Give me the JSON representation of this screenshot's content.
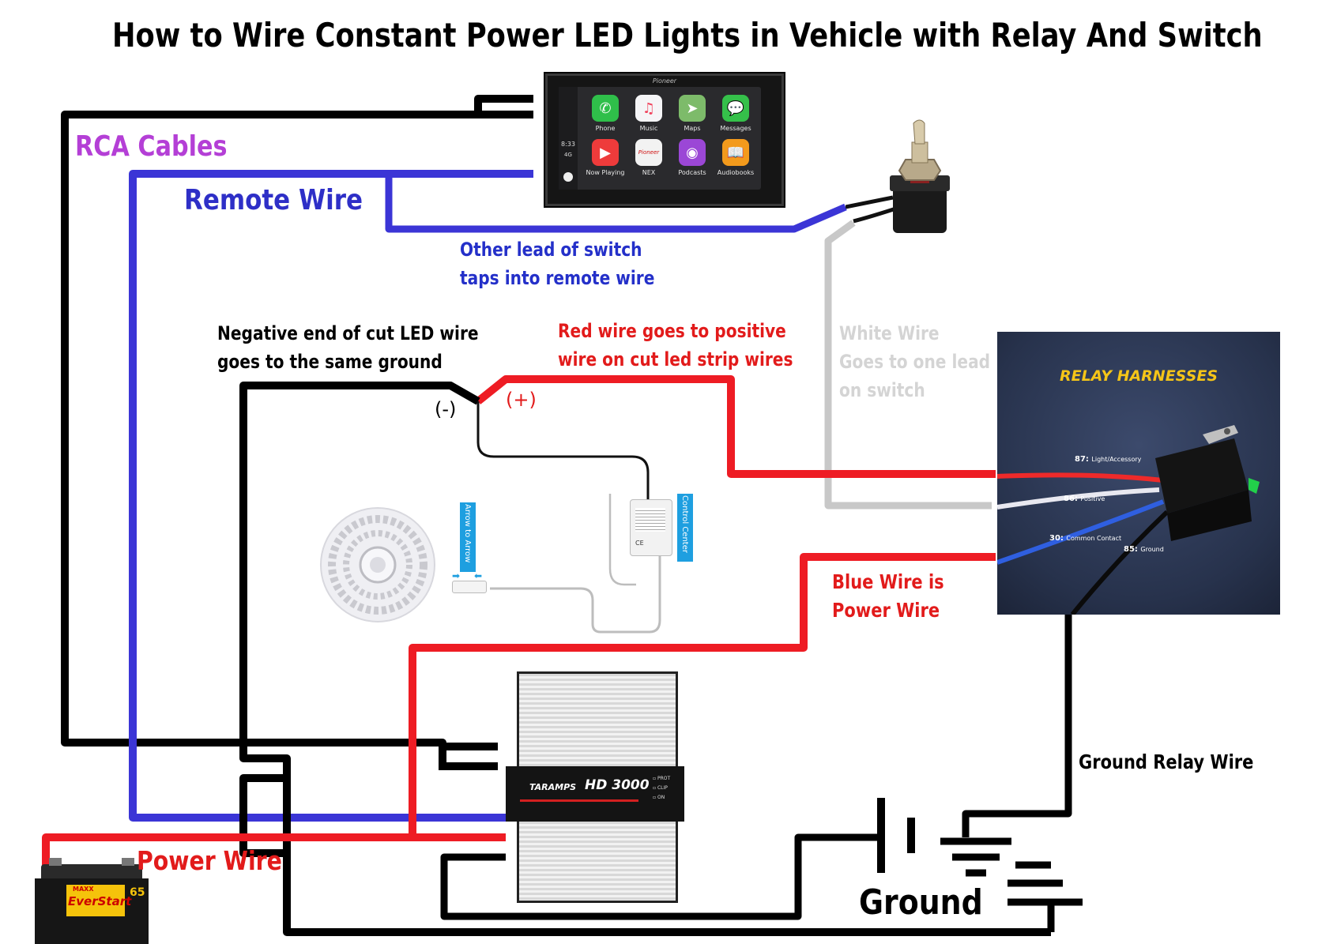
{
  "title": "How to Wire Constant Power LED Lights in Vehicle with Relay And Switch",
  "labels": {
    "rca": "RCA Cables",
    "remote": "Remote Wire",
    "switch_lead_1": "Other lead of switch",
    "switch_lead_2": "taps into remote wire",
    "negative_1": "Negative end of cut LED wire",
    "negative_2": "goes to the same ground",
    "red_1": "Red wire goes to positive",
    "red_2": "wire on cut led strip wires",
    "white_1": "White Wire",
    "white_2": "Goes to one lead",
    "white_3": "on switch",
    "minus": "(-)",
    "plus": "(+)",
    "blue_1": "Blue Wire is",
    "blue_2": "Power Wire",
    "ground_relay": "Ground Relay Wire",
    "power": "Power Wire",
    "ground": "Ground",
    "arrow_tag": "Arrow to Arrow",
    "control_tag": "Control Center"
  },
  "head_unit": {
    "brand": "Pioneer",
    "clock": "8:33",
    "network": "4G",
    "apps": [
      {
        "name": "Phone",
        "icon": "phone-icon",
        "color": "#2fbf4a",
        "glyph": "✆"
      },
      {
        "name": "Music",
        "icon": "music-icon",
        "color": "#f5f5f7",
        "glyph": "♫"
      },
      {
        "name": "Maps",
        "icon": "maps-icon",
        "color": "#7dbb6a",
        "glyph": "➤"
      },
      {
        "name": "Messages",
        "icon": "messages-icon",
        "color": "#35c04a",
        "glyph": "💬"
      },
      {
        "name": "Now Playing",
        "icon": "play-icon",
        "color": "#ee3b3b",
        "glyph": "▶"
      },
      {
        "name": "NEX",
        "icon": "nex-icon",
        "color": "#f2f2f2",
        "glyph": "Pioneer"
      },
      {
        "name": "Podcasts",
        "icon": "podcasts-icon",
        "color": "#9b47d6",
        "glyph": "◉"
      },
      {
        "name": "Audiobooks",
        "icon": "audiobooks-icon",
        "color": "#f39a1c",
        "glyph": "📖"
      }
    ]
  },
  "relay": {
    "title": "RELAY HARNESSES",
    "pins": [
      {
        "num": "87:",
        "text": "Light/Accessory"
      },
      {
        "num": "86:",
        "text": "Positive"
      },
      {
        "num": "30:",
        "text": "Common Contact"
      },
      {
        "num": "85:",
        "text": "Ground"
      }
    ]
  },
  "amplifier": {
    "brand": "TARAMPS",
    "model": "HD 3000",
    "indicators": [
      "PROT",
      "CLIP",
      "ON"
    ]
  },
  "battery": {
    "brand": "EverStart",
    "maxx": "MAXX",
    "size": "65"
  },
  "led_controller": {
    "ce": "CE"
  },
  "colors": {
    "black": "#000000",
    "blue": "#3b35d6",
    "red": "#ee1c24",
    "white_wire": "#c8c8c8",
    "rca_label": "#b43fd6",
    "remote_label": "#2e2fc7",
    "switch_label": "#2430c9",
    "red_label": "#e21b1b",
    "white_label": "#d4d4d4",
    "relay_bg": "#2c3a5a",
    "relay_title": "#f5c518",
    "tag_blue": "#1e9fe0"
  }
}
